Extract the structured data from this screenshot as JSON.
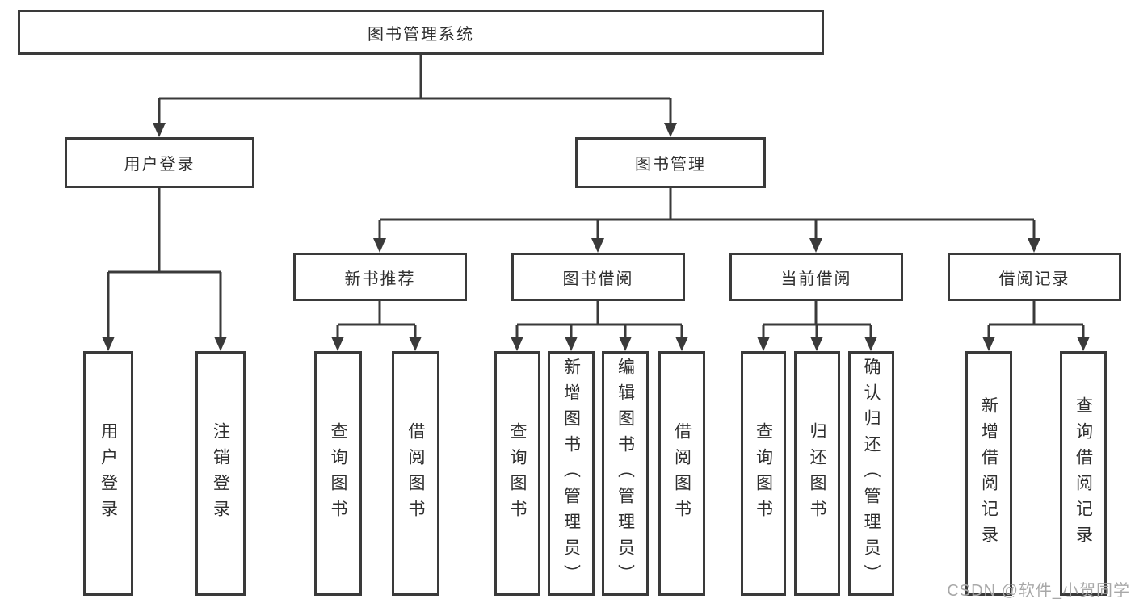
{
  "root": {
    "label": "图书管理系统"
  },
  "level2": [
    {
      "label": "用户登录"
    },
    {
      "label": "图书管理"
    }
  ],
  "level3": [
    {
      "label": "新书推荐"
    },
    {
      "label": "图书借阅"
    },
    {
      "label": "当前借阅"
    },
    {
      "label": "借阅记录"
    }
  ],
  "leaves": [
    {
      "label": "用户登录"
    },
    {
      "label": "注销登录"
    },
    {
      "label": "查询图书"
    },
    {
      "label": "借阅图书"
    },
    {
      "label": "查询图书"
    },
    {
      "label": "新增图书（管理员）"
    },
    {
      "label": "编辑图书（管理员）"
    },
    {
      "label": "借阅图书"
    },
    {
      "label": "查询图书"
    },
    {
      "label": "归还图书"
    },
    {
      "label": "确认归还（管理员）"
    },
    {
      "label": "新增借阅记录"
    },
    {
      "label": "查询借阅记录"
    }
  ],
  "watermark": {
    "text": "CSDN @软件_小贺同学"
  },
  "colors": {
    "line": "#3a3a3a",
    "text": "#2f2f2f",
    "watermark": "#a8a8a8",
    "background": "#ffffff"
  }
}
